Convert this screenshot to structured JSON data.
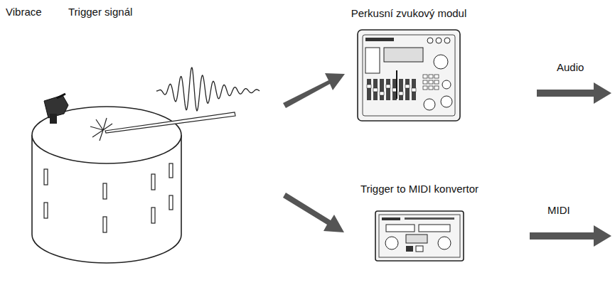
{
  "diagram": {
    "nodes": [
      {
        "text": [
          "Perkusní zvukový modul"
        ]
      },
      {
        "text": [
          "Trigger to MIDI konvertor"
        ]
      }
    ],
    "labels": [
      "Vibrace",
      "Trigger signál",
      "Audio",
      "MIDI"
    ]
  }
}
